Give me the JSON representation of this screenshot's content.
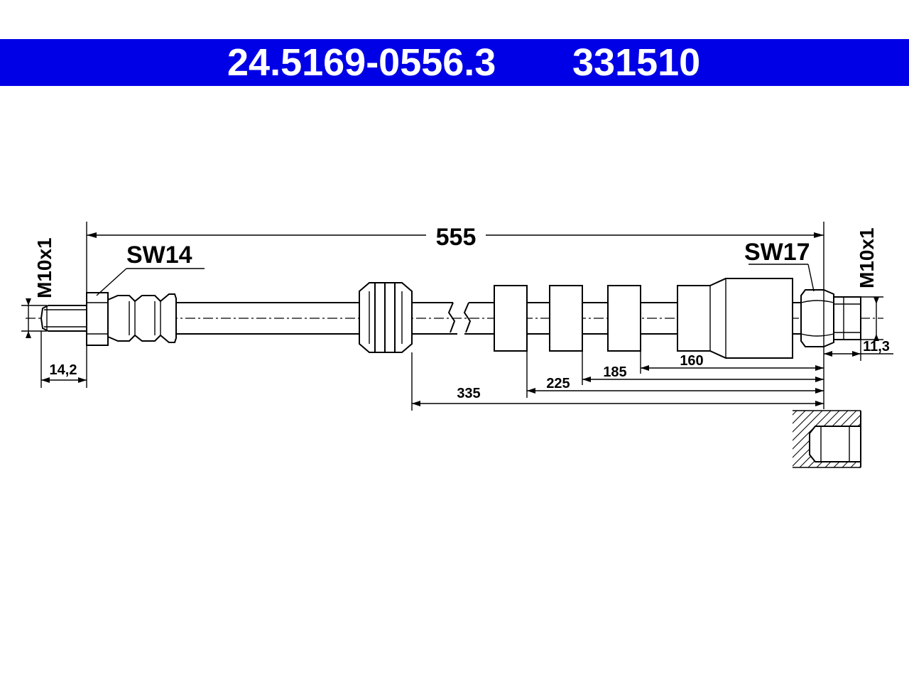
{
  "header": {
    "part_number": "24.5169-0556.3",
    "reference_number": "331510",
    "background_color": "#0000e6",
    "text_color": "#ffffff"
  },
  "dimensions": {
    "total_length": "555",
    "left_wrench": "SW14",
    "right_wrench": "SW17",
    "left_thread": "M10x1",
    "right_thread": "M10x1",
    "left_thread_length": "14,2",
    "right_thread_length": "11,3",
    "d160": "160",
    "d185": "185",
    "d225": "225",
    "d335": "335"
  }
}
